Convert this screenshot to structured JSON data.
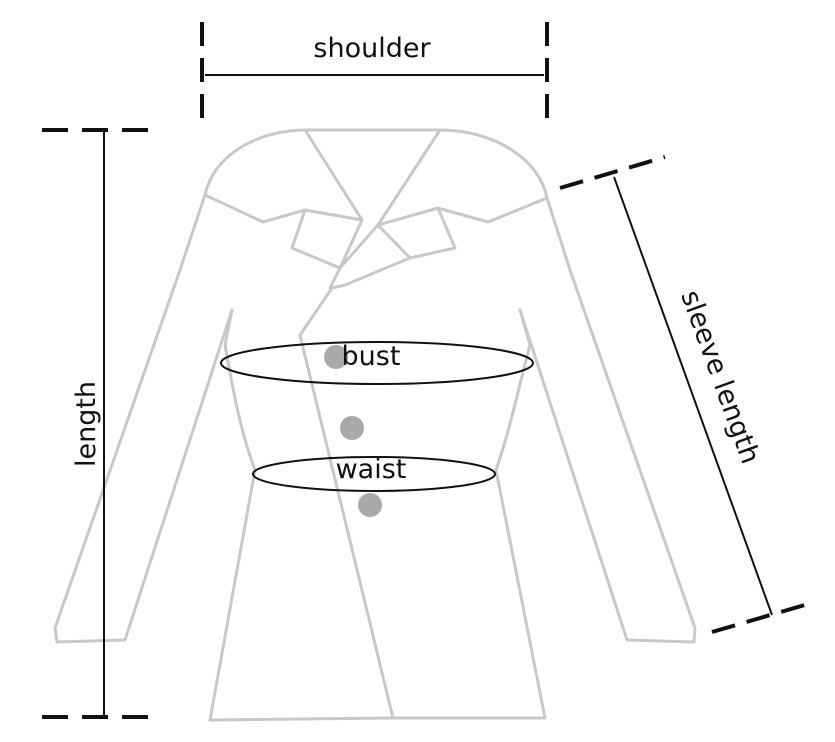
{
  "labels": {
    "shoulder": "shoulder",
    "length": "length",
    "bust": "bust",
    "waist": "waist",
    "sleeve_length": "sleeve length"
  },
  "colors": {
    "garment_outline": "#c8c8c8",
    "button": "#a9a9a9",
    "measure_line": "#111111",
    "background": "#ffffff"
  }
}
